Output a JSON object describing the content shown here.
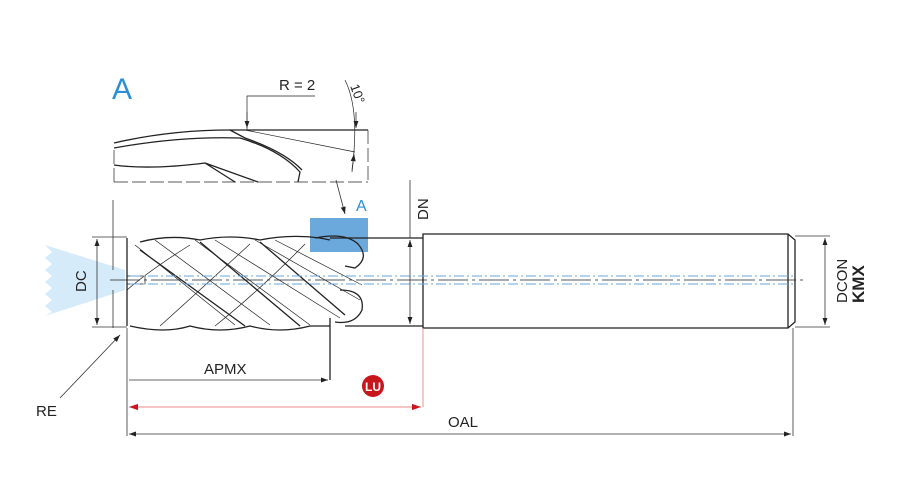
{
  "labels": {
    "detail_title": "A",
    "detail_marker": "A",
    "radius": "R = 2",
    "angle": "10°",
    "dc": "DC",
    "dn": "DN",
    "dcon": "DCON",
    "kmx": "KMX",
    "apmx": "APMX",
    "lu": "LU",
    "oal": "OAL",
    "re": "RE"
  },
  "colors": {
    "detail_blue": "#2a8fd8",
    "highlight_box": "#5b9fd8",
    "coolant": "#d6ebfa",
    "lu_red": "#c8161d",
    "centerline": "#6aa6d8"
  }
}
